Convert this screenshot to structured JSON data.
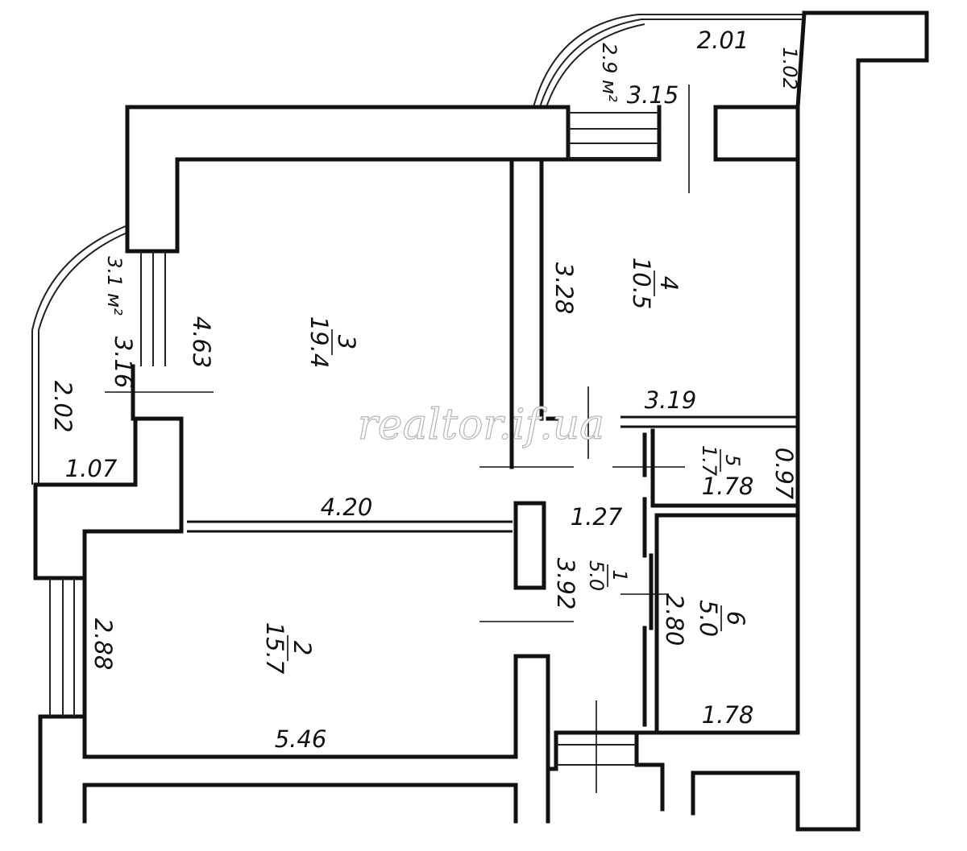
{
  "watermark": "realtor.if.ua",
  "rooms": [
    {
      "number": "1",
      "area": "5.0"
    },
    {
      "number": "2",
      "area": "15.7"
    },
    {
      "number": "3",
      "area": "19.4"
    },
    {
      "number": "4",
      "area": "10.5"
    },
    {
      "number": "5",
      "area": "1.7"
    },
    {
      "number": "6",
      "area": "5.0"
    }
  ],
  "balconies": [
    {
      "area": "2.9 м²"
    },
    {
      "area": "3.1 м²"
    }
  ],
  "dimensions": {
    "balcony_top_width": "2.01",
    "balcony_top_depth": "1.02",
    "room4_width_top": "3.15",
    "room4_height": "3.28",
    "room4_width_bottom": "3.19",
    "room3_height": "4.63",
    "balcony_left_len": "3.16",
    "balcony_left_side": "2.02",
    "balcony_left_depth": "1.07",
    "room3_width": "4.20",
    "hall_width": "1.27",
    "hall_length": "3.92",
    "room5_height": "0.97",
    "room5_width": "1.78",
    "room6_height": "2.80",
    "room6_width": "1.78",
    "room2_height": "2.88",
    "room2_width": "5.46"
  }
}
